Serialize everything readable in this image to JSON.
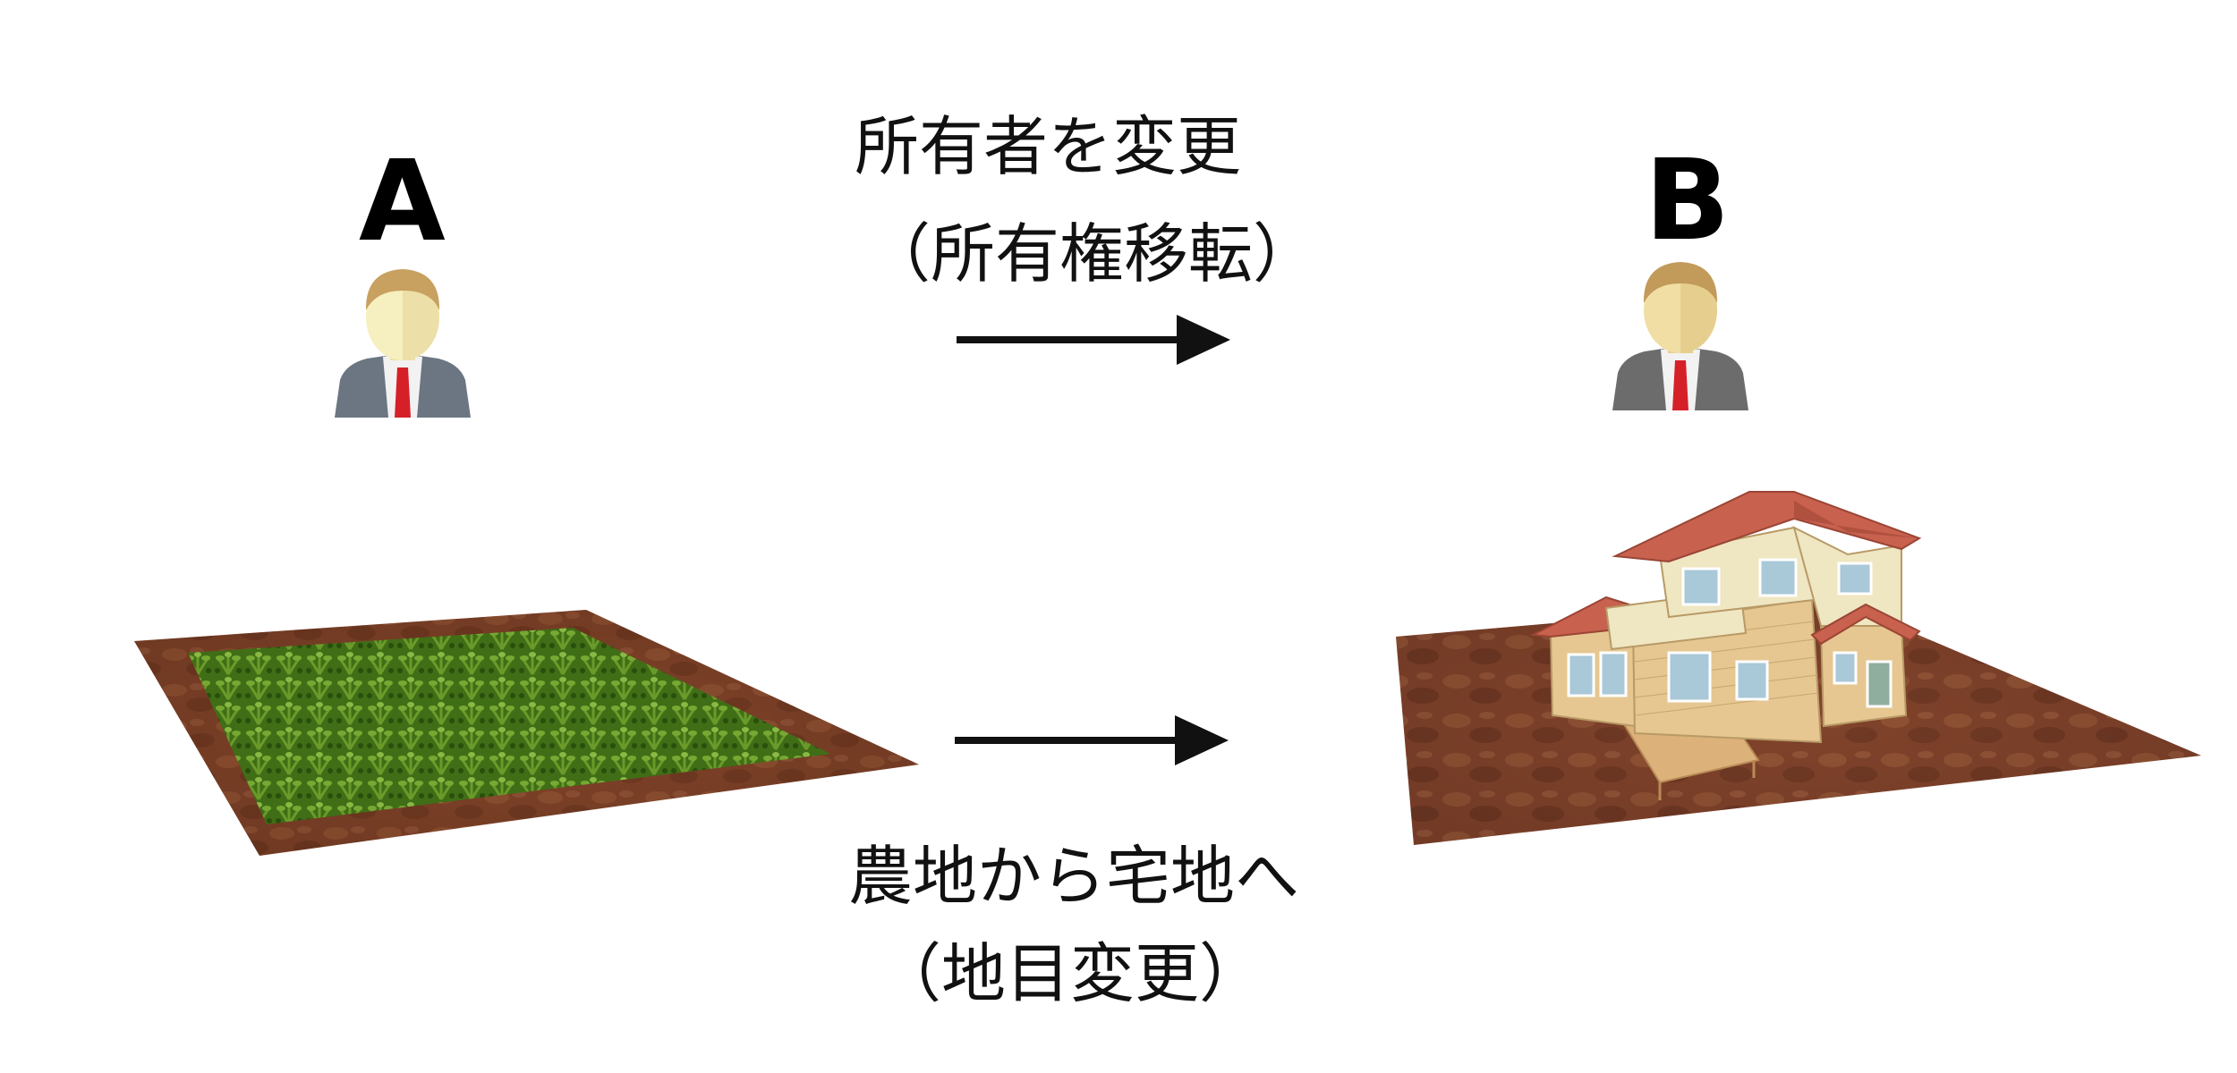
{
  "person_a": {
    "label": "A",
    "colors": {
      "suit": "#6b7682",
      "shirt": "#f2f2f2",
      "tie": "#d62028",
      "face": "#f6efbf",
      "face_shade": "#ece0a8",
      "hair": "#c8a060"
    }
  },
  "person_b": {
    "label": "B",
    "colors": {
      "suit": "#6c6c6c",
      "shirt": "#f2f2f2",
      "tie": "#d62028",
      "face": "#f1dea5",
      "face_shade": "#e6cf8e",
      "hair": "#c29a5a"
    }
  },
  "ownership_change": {
    "line1": "所有者を変更",
    "line2": "（所有権移転）"
  },
  "land_use_change": {
    "line1": "農地から宅地へ",
    "line2": "（地目変更）"
  },
  "colors": {
    "arrow": "#111111",
    "soil": "#8a4a2e",
    "soil_dark": "#5e2f1c",
    "crop": "#4f7f1c",
    "crop_dark": "#2f5a10",
    "roof": "#c8614e",
    "wall": "#efe6c2",
    "siding": "#e6c791",
    "deck": "#dcb27a",
    "window": "#a9c8d8"
  }
}
